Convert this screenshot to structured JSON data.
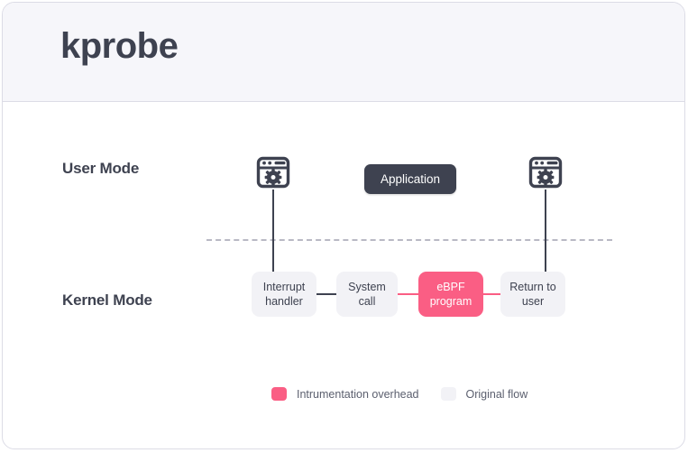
{
  "header": {
    "title": "kprobe"
  },
  "diagram": {
    "user_mode_label": "User Mode",
    "kernel_mode_label": "Kernel Mode",
    "application_label": "Application",
    "icons": {
      "left": "browser-window-gear-icon",
      "right": "browser-window-gear-icon"
    },
    "kernel_boxes": [
      {
        "label": "Interrupt\nhandler",
        "style": "grey"
      },
      {
        "label": "System\ncall",
        "style": "grey"
      },
      {
        "label": "eBPF\nprogram",
        "style": "pink"
      },
      {
        "label": "Return to\nuser",
        "style": "grey"
      }
    ],
    "connectors": [
      {
        "name": "interrupt-to-syscall",
        "color": "dark"
      },
      {
        "name": "syscall-to-ebpf",
        "color": "pink"
      },
      {
        "name": "ebpf-to-return",
        "color": "pink"
      }
    ]
  },
  "legend": {
    "items": [
      {
        "label": "Intrumentation overhead",
        "color": "#fa5e84"
      },
      {
        "label": "Original flow",
        "color": "#f2f2f6"
      }
    ]
  },
  "colors": {
    "accent_pink": "#fa5e84",
    "dark_slate": "#3e4250",
    "box_grey": "#f2f2f6",
    "header_bg": "#f6f6fa",
    "border": "#dcdce6",
    "dashed_divider": "#b9b9c4"
  }
}
